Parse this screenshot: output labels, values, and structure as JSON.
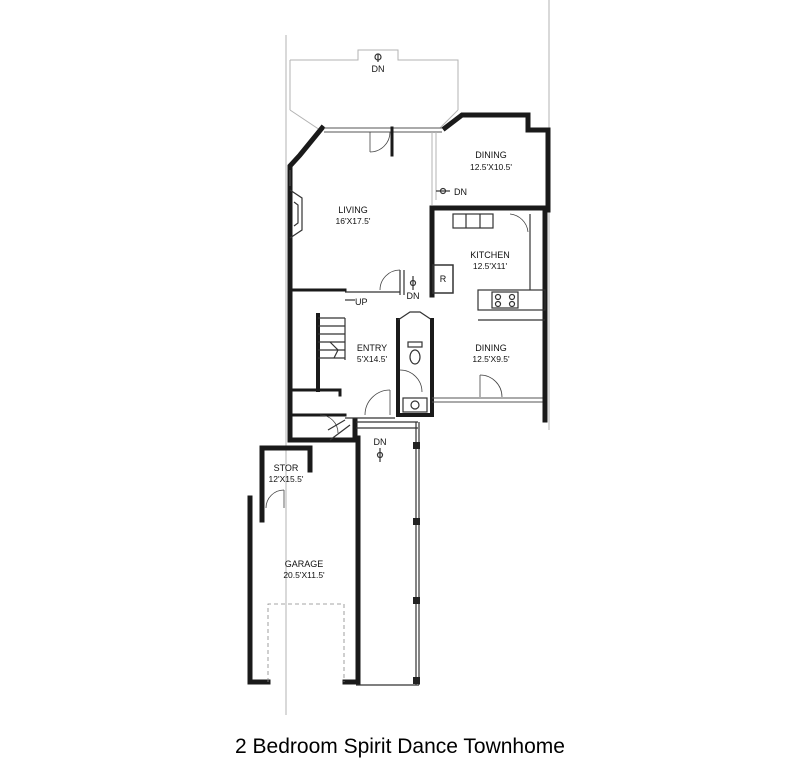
{
  "caption": "2 Bedroom Spirit Dance Townhome",
  "rooms": {
    "dining_upper": {
      "name": "DINING",
      "size": "12.5'X10.5'"
    },
    "living": {
      "name": "LIVING",
      "size": "16'X17.5'"
    },
    "kitchen": {
      "name": "KITCHEN",
      "size": "12.5'X11'"
    },
    "entry": {
      "name": "ENTRY",
      "size": "5'X14.5'"
    },
    "dining_lower": {
      "name": "DINING",
      "size": "12.5'X9.5'"
    },
    "stor": {
      "name": "STOR",
      "size": "12'X15.5'"
    },
    "garage": {
      "name": "GARAGE",
      "size": "20.5'X11.5'"
    }
  },
  "markers": {
    "deck_stair": "DN",
    "dining_stair": "DN",
    "living_stair": "DN",
    "entry_stair": "UP",
    "porch_stair": "DN",
    "refrigerator": "R"
  },
  "icons": [
    "stair-arrow-icon",
    "fireplace-icon",
    "cooktop-icon",
    "toilet-icon",
    "sink-icon"
  ]
}
